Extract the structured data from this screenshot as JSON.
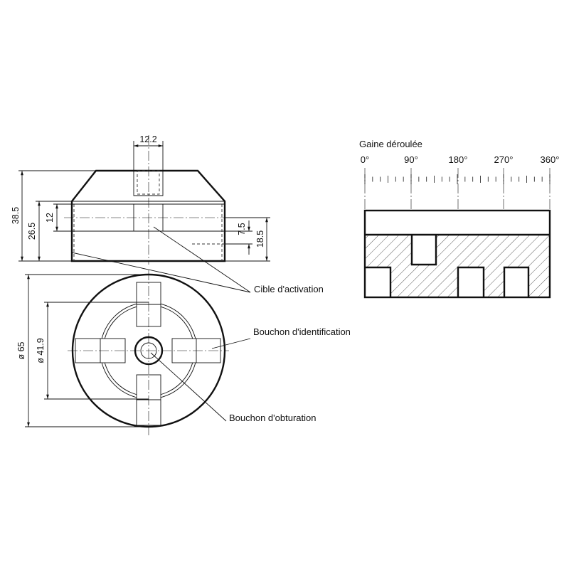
{
  "side_view": {
    "dims": {
      "width_top": "12.2",
      "height_total": "38.5",
      "height_body": "26.5",
      "height_target": "12",
      "depth_small": "7.5",
      "depth_large": "18.5"
    }
  },
  "top_view": {
    "dims": {
      "diameter_outer": "ø 65",
      "diameter_inner": "ø 41.9"
    }
  },
  "labels": {
    "activation_target": "Cible d'activation",
    "identification_plug": "Bouchon d'identification",
    "sealing_plug": "Bouchon d'obturation"
  },
  "unrolled": {
    "title": "Gaine déroulée",
    "angles": [
      "0°",
      "90°",
      "180°",
      "270°",
      "360°"
    ]
  },
  "colors": {
    "line": "#111111",
    "background": "#ffffff"
  }
}
